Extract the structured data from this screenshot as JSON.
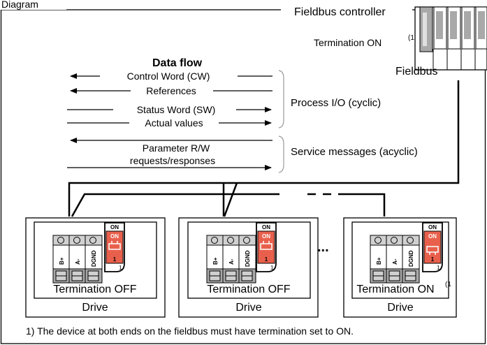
{
  "figure_label": "Diagram",
  "controller": {
    "title": "Fieldbus controller",
    "termination": "Termination ON",
    "termination_note_mark": "(1",
    "bus_label": "Fieldbus"
  },
  "data_flow": {
    "title": "Data flow",
    "process_group_label": "Process I/O (cyclic)",
    "service_group_label": "Service messages (acyclic)",
    "messages": [
      {
        "label": "Control Word (CW)",
        "direction": "to-left"
      },
      {
        "label": "References",
        "direction": "to-left"
      },
      {
        "label": "Status Word (SW)",
        "direction": "to-right"
      },
      {
        "label": "Actual values",
        "direction": "to-right"
      },
      {
        "label": "Parameter R/W",
        "direction": "to-left"
      },
      {
        "label": "requests/responses",
        "direction": "to-right"
      }
    ]
  },
  "bus_gap": "- - -",
  "ellipsis": "...",
  "drives": [
    {
      "termination": "Termination OFF",
      "note_mark": "",
      "label": "Drive",
      "switch_on": "ON",
      "switch_pos": "1",
      "switch_ref": "1",
      "terminals": [
        "B+",
        "A-",
        "DGND"
      ]
    },
    {
      "termination": "Termination OFF",
      "note_mark": "",
      "label": "Drive",
      "switch_on": "ON",
      "switch_pos": "1",
      "switch_ref": "1",
      "terminals": [
        "B+",
        "A-",
        "DGND"
      ]
    },
    {
      "termination": "Termination ON",
      "note_mark": "(1",
      "label": "Drive",
      "switch_on": "ON",
      "switch_pos": "1",
      "switch_ref": "1",
      "terminals": [
        "B+",
        "A-",
        "DGND"
      ]
    }
  ],
  "footnote": "1) The device at both ends on the fieldbus must have termination set to ON.",
  "colors": {
    "switch_red": "#e8604c",
    "device_gray": "#a9a9a9",
    "line": "#000000"
  }
}
